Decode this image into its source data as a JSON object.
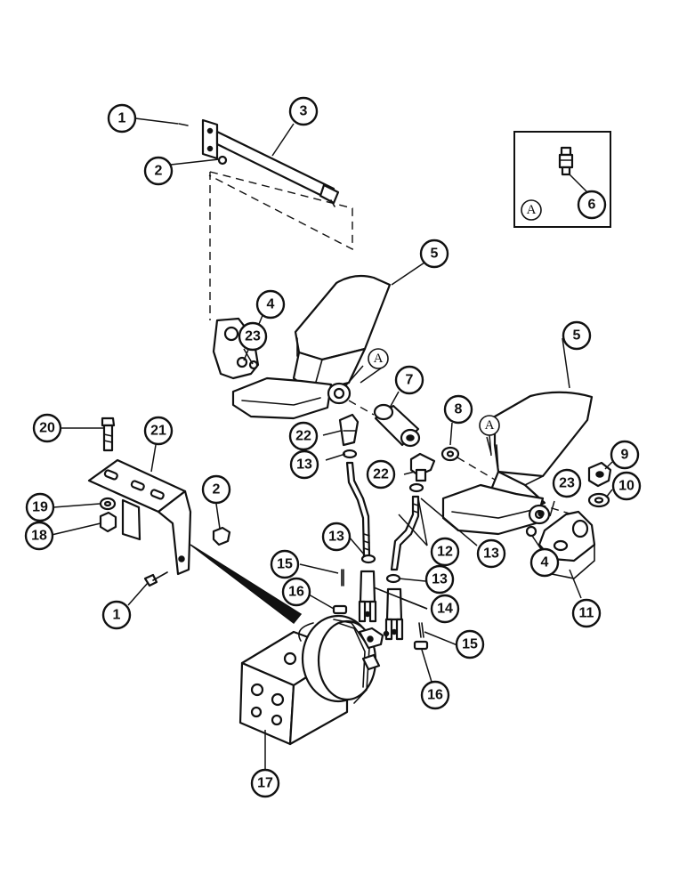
{
  "figure": {
    "detail_marker": "A",
    "callouts": [
      "1",
      "2",
      "3",
      "4",
      "5",
      "6",
      "7",
      "8",
      "9",
      "10",
      "11",
      "12",
      "13",
      "14",
      "15",
      "16",
      "17",
      "18",
      "19",
      "20",
      "21",
      "22",
      "23"
    ]
  }
}
